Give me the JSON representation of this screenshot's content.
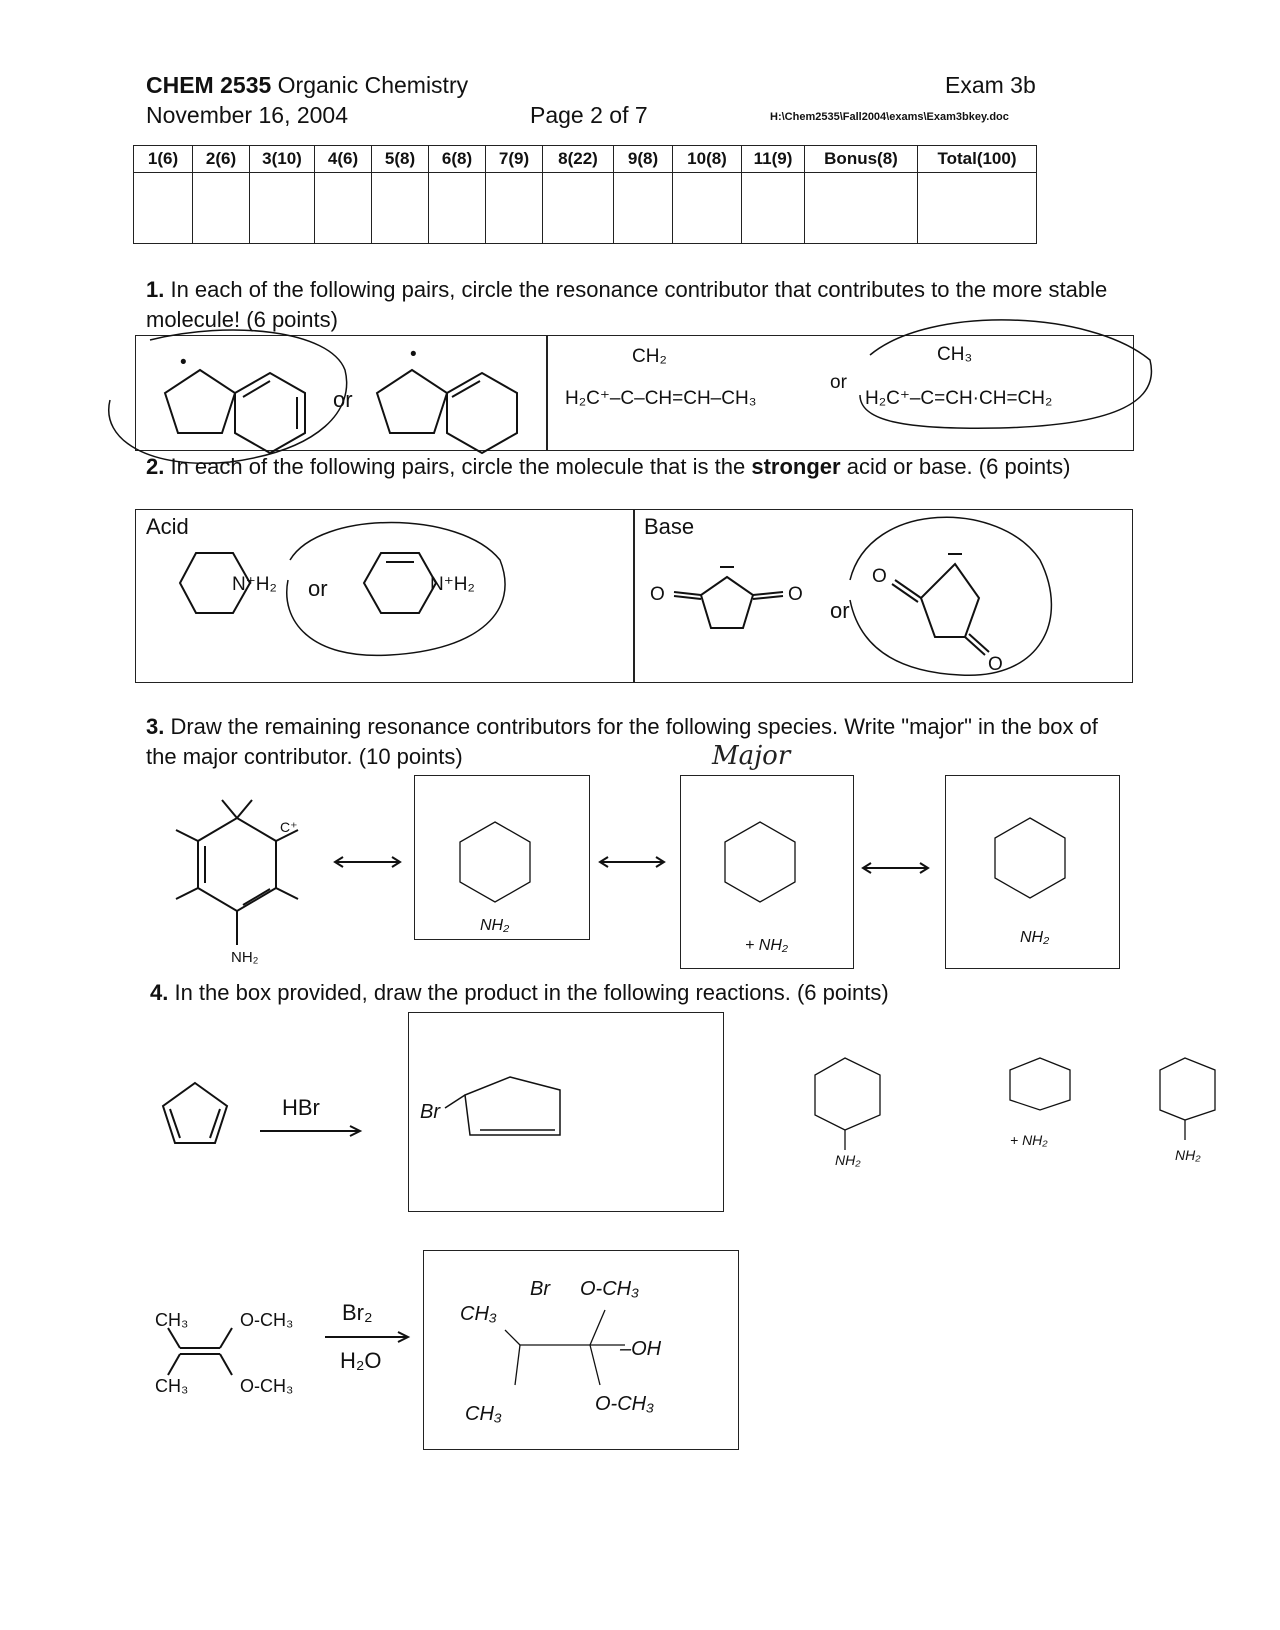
{
  "header": {
    "course_bold": "CHEM 2535",
    "course_rest": " Organic Chemistry",
    "date": "November 16, 2004",
    "page": "Page 2 of 7",
    "exam": "Exam 3b",
    "path": "H:\\Chem2535\\Fall2004\\exams\\Exam3bkey.doc"
  },
  "score_table": {
    "headers": [
      "1(6)",
      "2(6)",
      "3(10)",
      "4(6)",
      "5(8)",
      "6(8)",
      "7(9)",
      "8(22)",
      "9(8)",
      "10(8)",
      "11(9)",
      "Bonus(8)",
      "Total(100)"
    ]
  },
  "q1": {
    "number": "1.",
    "text": " In each of the following pairs, circle the resonance contributor that contributes to the more stable molecule! (6 points)",
    "or": "or"
  },
  "q2": {
    "number": "2.",
    "text_a": " In each of the following pairs, circle the molecule that is the ",
    "text_bold": "stronger",
    "text_b": " acid or base. (6 points)",
    "acid_label": "Acid",
    "base_label": "Base",
    "or": "or"
  },
  "q3": {
    "number": "3.",
    "text": " Draw the remaining resonance contributors for the following species. Write \"major\" in the box of the major contributor. (10 points)",
    "handwritten_major": "Major"
  },
  "q4": {
    "number": "4.",
    "text": " In the box provided, draw the product in the following reactions. (6 points)",
    "reagent1": "HBr",
    "reagent2_top": "Br₂",
    "reagent2_bottom": "H₂O"
  }
}
